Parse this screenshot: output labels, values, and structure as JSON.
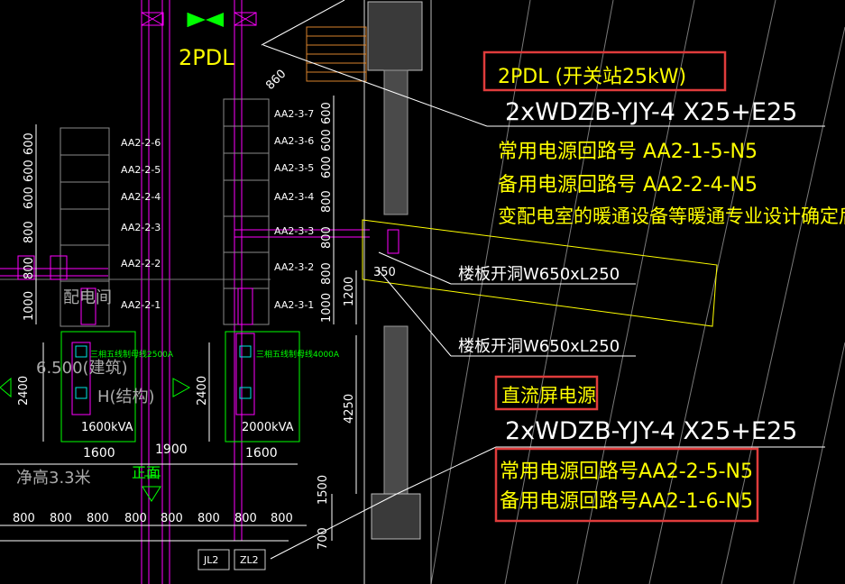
{
  "panel_label": "2PDL",
  "top_callout": {
    "title": "2PDL (开关站25kW)",
    "cable": "2xWDZB-YJY-4 X25+E25",
    "primary": "常用电源回路号 AA2-1-5-N5",
    "backup": "备用电源回路号 AA2-2-4-N5",
    "note": "变配电室的暖通设备等暖通专业设计确定后,再配"
  },
  "bottom_callout": {
    "title": "直流屏电源",
    "cable": "2xWDZB-YJY-4 X25+E25",
    "primary": "常用电源回路号AA2-2-5-N5",
    "backup": "备用电源回路号AA2-1-6-N5"
  },
  "openings": [
    "楼板开洞W650xL250",
    "楼板开洞W650xL250"
  ],
  "left_cabinet_labels": [
    "AA2-2-6",
    "AA2-2-5",
    "AA2-2-4",
    "AA2-2-3",
    "AA2-2-2",
    "AA2-2-1"
  ],
  "right_cabinet_labels": [
    "AA2-3-7",
    "AA2-3-6",
    "AA2-3-5",
    "AA2-3-4",
    "AA2-3-3",
    "AA2-3-2",
    "AA2-3-1"
  ],
  "left_dims": [
    "600",
    "600",
    "600",
    "800",
    "800",
    "1000"
  ],
  "right_dims": [
    "600",
    "600",
    "600",
    "800",
    "800",
    "800",
    "1000"
  ],
  "transformers": [
    "1600kVA",
    "2000kVA"
  ],
  "elevation": "6.500(建筑)",
  "structure": "H(结构)",
  "room_label": "配电间",
  "clear_height": "净高3.3米",
  "facade": "正面",
  "bus_label_1": "三相五线制母线2500A",
  "bus_label_2": "三相五线制母线4000A",
  "dim_860": "860",
  "dim_350": "350",
  "dim_1200": "1200",
  "dim_4250": "4250",
  "dim_1500": "1500",
  "dim_700": "700",
  "dim_2400": "2400",
  "dim_1600": "1600",
  "dim_1900": "1900",
  "bottom_dims": [
    "800",
    "800",
    "800",
    "800",
    "800",
    "800",
    "800",
    "800"
  ],
  "bottom_tags": [
    "JL2",
    "ZL2"
  ],
  "colors": {
    "bg": "#000000",
    "yellow": "#ffff00",
    "white": "#ffffff",
    "magenta": "#ff00ff",
    "green": "#00ff00",
    "red": "#e03c3c",
    "gray": "#9a9a9a"
  }
}
